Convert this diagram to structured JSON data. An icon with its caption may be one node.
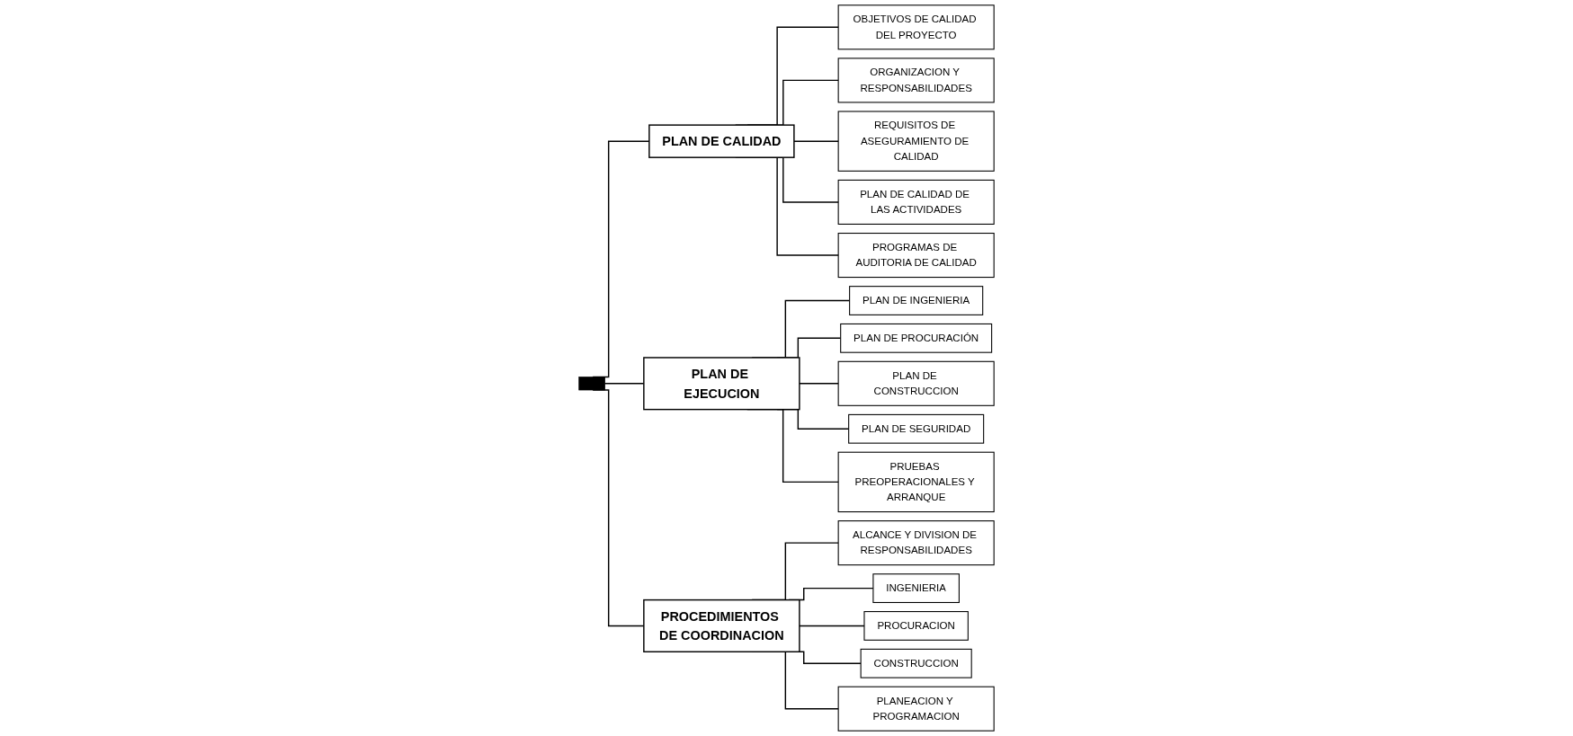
{
  "diagram": {
    "nodes": [
      {
        "text": [],
        "shape": "bar"
      },
      {
        "text": [
          "PLAN DE CALIDAD"
        ]
      },
      {
        "text": [
          "OBJETIVOS DE CALIDAD DEL PROYECTO"
        ]
      },
      {
        "text": [
          "ORGANIZACION Y RESPONSABILIDADES"
        ]
      },
      {
        "text": [
          "REQUISITOS DE ASEGURAMIENTO DE CALIDAD"
        ]
      },
      {
        "text": [
          "PLAN DE CALIDAD DE LAS ACTIVIDADES"
        ]
      },
      {
        "text": [
          "PROGRAMAS DE AUDITORIA DE CALIDAD"
        ]
      },
      {
        "text": [
          "PLAN DE EJECUCION"
        ]
      },
      {
        "text": [
          "PLAN DE INGENIERIA"
        ]
      },
      {
        "text": [
          "PLAN DE PROCURACIÓN"
        ]
      },
      {
        "text": [
          "PLAN DE CONSTRUCCION"
        ]
      },
      {
        "text": [
          "PLAN DE SEGURIDAD"
        ]
      },
      {
        "text": [
          "PRUEBAS PREOPERACIONALES Y ARRANQUE"
        ]
      },
      {
        "text": [
          "PROCEDIMIENTOS DE COORDINACION"
        ]
      },
      {
        "text": [
          "ALCANCE Y DIVISION DE RESPONSABILIDADES"
        ]
      },
      {
        "text": [
          "INGENIERIA"
        ]
      },
      {
        "text": [
          "PROCURACION"
        ]
      },
      {
        "text": [
          "CONSTRUCCION"
        ]
      },
      {
        "text": [
          "PLANEACION Y PROGRAMACION"
        ]
      }
    ],
    "edges": [
      {
        "from": 0,
        "to": 1,
        "arrow": "none"
      },
      {
        "from": 0,
        "to": 7,
        "arrow": "none"
      },
      {
        "from": 0,
        "to": 13,
        "arrow": "none"
      },
      {
        "from": 1,
        "to": 2,
        "arrow": "none"
      },
      {
        "from": 1,
        "to": 3,
        "arrow": "none"
      },
      {
        "from": 1,
        "to": 4,
        "arrow": "none"
      },
      {
        "from": 1,
        "to": 5,
        "arrow": "none"
      },
      {
        "from": 1,
        "to": 6,
        "arrow": "none"
      },
      {
        "from": 7,
        "to": 8,
        "arrow": "none"
      },
      {
        "from": 7,
        "to": 9,
        "arrow": "none"
      },
      {
        "from": 7,
        "to": 10,
        "arrow": "none"
      },
      {
        "from": 7,
        "to": 11,
        "arrow": "none"
      },
      {
        "from": 7,
        "to": 12,
        "arrow": "none"
      },
      {
        "from": 13,
        "to": 14,
        "arrow": "none"
      },
      {
        "from": 13,
        "to": 15,
        "arrow": "none"
      },
      {
        "from": 13,
        "to": 16,
        "arrow": "none"
      },
      {
        "from": 13,
        "to": 17,
        "arrow": "none"
      },
      {
        "from": 13,
        "to": 18,
        "arrow": "none"
      }
    ]
  }
}
